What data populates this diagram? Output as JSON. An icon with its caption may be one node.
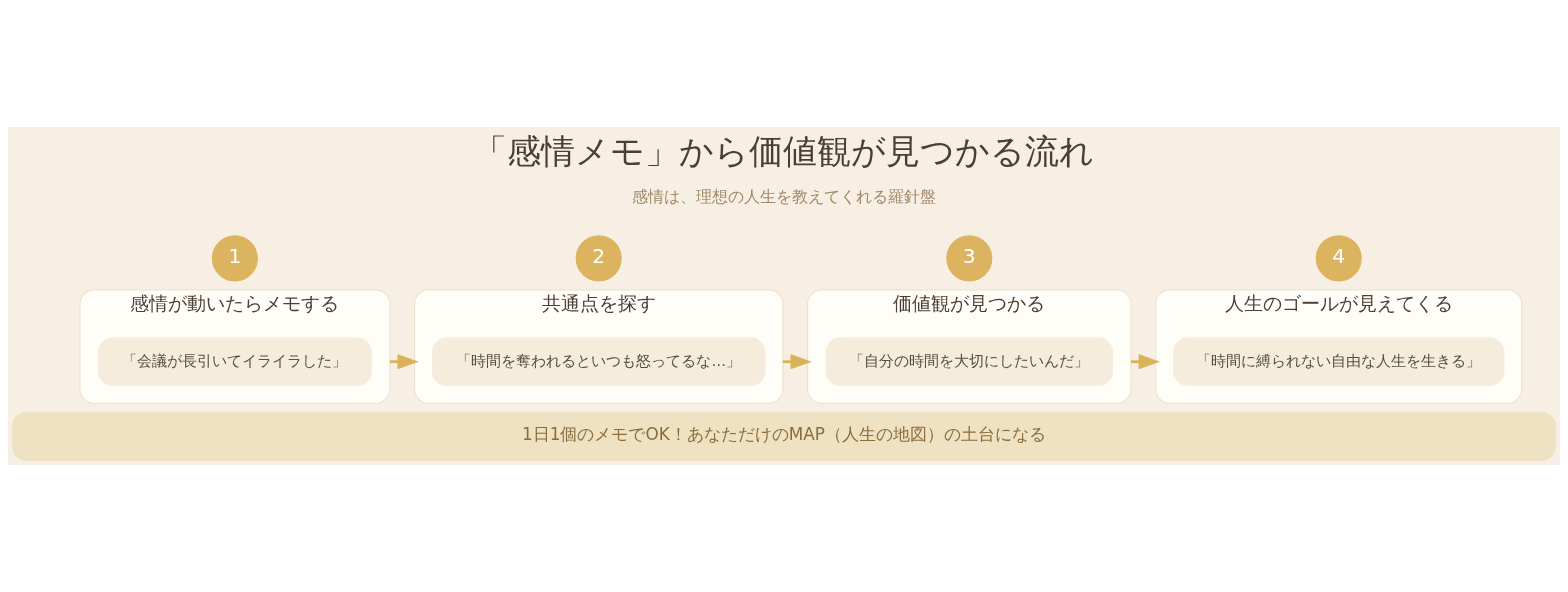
{
  "diagram": {
    "title": "「感情メモ」から価値観が見つかる流れ",
    "nodes": [
      {
        "text": [
          "1"
        ]
      },
      {
        "text": [
          "感情が動いたらメモする"
        ]
      },
      {
        "text": [
          "「会議が長引いてイライラした」"
        ],
        "in": 1
      },
      {
        "text": [
          "2"
        ]
      },
      {
        "text": [
          "共通点を探す"
        ]
      },
      {
        "text": [
          "「時間を奪われるといつも怒ってるな…」"
        ],
        "in": 4
      },
      {
        "text": [
          "3"
        ]
      },
      {
        "text": [
          "価値観が見つかる"
        ]
      },
      {
        "text": [
          "「自分の時間を大切にしたいんだ」"
        ],
        "in": 7
      },
      {
        "text": [
          "4"
        ]
      },
      {
        "text": [
          "人生のゴールが見えてくる"
        ]
      },
      {
        "text": [
          "「時間に縛られない自由な人生を生きる」"
        ],
        "in": 10
      },
      {
        "text": [
          "1日1個のメモでOK！あなただけのMAP（人生の地図）の土台になる"
        ]
      }
    ],
    "edges": [
      {
        "from": 1,
        "to": 4,
        "arrow": "to"
      },
      {
        "from": 4,
        "to": 7,
        "arrow": "to"
      },
      {
        "from": 7,
        "to": 10,
        "arrow": "to"
      }
    ],
    "labels": [
      "感情は、理想の人生を教えてくれる羅針盤"
    ]
  }
}
